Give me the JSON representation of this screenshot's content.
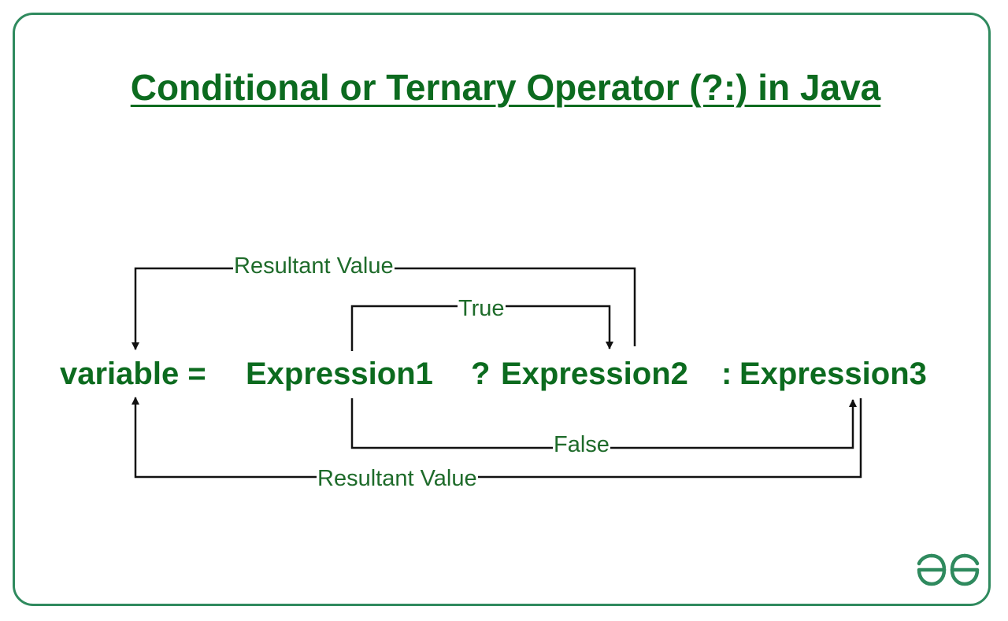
{
  "title": "Conditional or Ternary Operator (?:) in Java",
  "syntax": {
    "variable": "variable =",
    "expression1": "Expression1",
    "question_mark": "?",
    "expression2": "Expression2",
    "colon": ":",
    "expression3": "Expression3"
  },
  "arrows": {
    "top_result": "Resultant Value",
    "true_label": "True",
    "false_label": "False",
    "bottom_result": "Resultant Value"
  },
  "colors": {
    "text_green": "#0c6b1f",
    "frame_green": "#2f8a5e",
    "line": "#111111"
  },
  "logo": {
    "name": "gfg-logo"
  }
}
